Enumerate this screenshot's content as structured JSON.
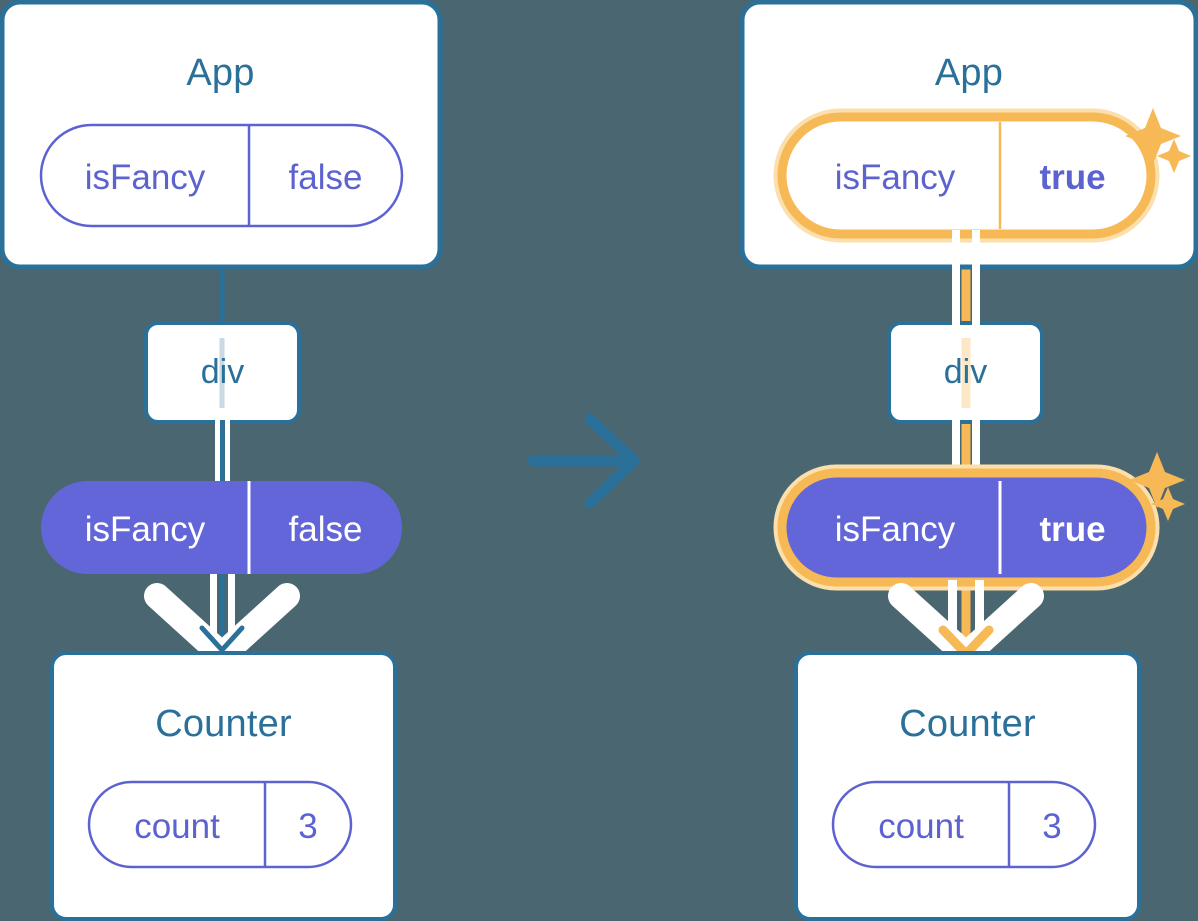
{
  "diagram": {
    "title": "React state propagation: isFancy false to true",
    "type": "component-tree-comparison",
    "background_color": "#4a6670",
    "colors": {
      "box_border": "#2b7099",
      "box_fill": "#ffffff",
      "title_text": "#2b7099",
      "pill_outline": "#5d62d1",
      "pill_text": "#5d62d1",
      "pill_filled_bg": "#6366d8",
      "pill_filled_text": "#ffffff",
      "highlight": "#f7b955",
      "highlight_glow": "#fbdfac",
      "connector": "#2b7099",
      "arrow_white": "#ffffff"
    }
  },
  "panels": [
    {
      "id": "before",
      "app": {
        "title": "App",
        "state_pill": {
          "name": "isFancy",
          "value": "false",
          "style": "outline",
          "highlighted": false,
          "bold_value": false
        }
      },
      "div": {
        "label": "div"
      },
      "prop_pill": {
        "name": "isFancy",
        "value": "false",
        "style": "filled",
        "highlighted": false,
        "bold_value": false
      },
      "counter": {
        "title": "Counter",
        "state_pill": {
          "name": "count",
          "value": "3",
          "style": "outline"
        }
      },
      "arrow_color": "#2b7099",
      "sparkles": false
    },
    {
      "id": "after",
      "app": {
        "title": "App",
        "state_pill": {
          "name": "isFancy",
          "value": "true",
          "style": "outline",
          "highlighted": true,
          "bold_value": true
        }
      },
      "div": {
        "label": "div"
      },
      "prop_pill": {
        "name": "isFancy",
        "value": "true",
        "style": "filled",
        "highlighted": true,
        "bold_value": true
      },
      "counter": {
        "title": "Counter",
        "state_pill": {
          "name": "count",
          "value": "3",
          "style": "outline"
        }
      },
      "arrow_color": "#f7b955",
      "sparkles": true
    }
  ],
  "transition": {
    "icon": "arrow-right-icon",
    "color": "#2b7099"
  }
}
